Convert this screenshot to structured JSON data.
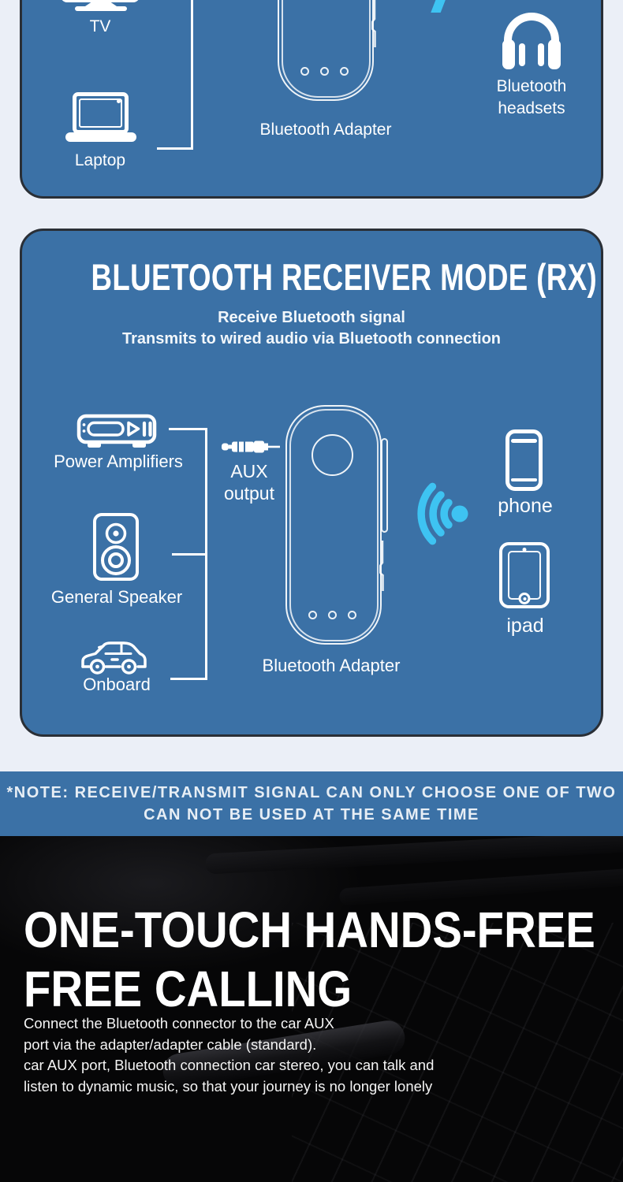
{
  "colors": {
    "page_bg": "#EBEFF7",
    "panel_blue": "#3B71A6",
    "panel_border": "#2A2F36",
    "accent_cyan": "#3EC3F2",
    "dark_bg": "#060607",
    "text_white": "#FFFFFF"
  },
  "panel_transmitter": {
    "tv_label": "TV",
    "laptop_label": "Laptop",
    "adapter_label": "Bluetooth Adapter",
    "headset_label_line1": "Bluetooth",
    "headset_label_line2": "headsets"
  },
  "panel_receiver": {
    "title": "BLUETOOTH RECEIVER MODE (RX)",
    "subtitle_line1": "Receive Bluetooth signal",
    "subtitle_line2": "Transmits to wired audio via Bluetooth connection",
    "amplifier_label": "Power Amplifiers",
    "speaker_label": "General Speaker",
    "onboard_label": "Onboard",
    "aux_label_line1": "AUX",
    "aux_label_line2": "output",
    "adapter_label": "Bluetooth Adapter",
    "phone_label": "phone",
    "ipad_label": "ipad"
  },
  "note_banner": {
    "line1": "*NOTE: RECEIVE/TRANSMIT SIGNAL CAN ONLY CHOOSE ONE OF TWO",
    "line2": "CAN NOT BE USED AT THE SAME TIME"
  },
  "hands_free_section": {
    "heading_line1": "ONE-TOUCH HANDS-FREE",
    "heading_line2": "FREE CALLING",
    "body_line1": "Connect the Bluetooth connector to the car AUX",
    "body_line2": "port via the adapter/adapter cable (standard).",
    "body_line3": "car AUX port, Bluetooth connection car stereo, you can talk and",
    "body_line4": "listen to dynamic music, so that your journey is no longer lonely"
  },
  "icons": {
    "transmitter_panel": [
      "tv-icon",
      "laptop-icon",
      "bluetooth-adapter-icon",
      "lightning-icon",
      "headphones-icon"
    ],
    "receiver_panel": [
      "amplifier-icon",
      "speaker-icon",
      "car-icon",
      "aux-plug-icon",
      "bluetooth-adapter-icon",
      "signal-waves-icon",
      "phone-icon",
      "tablet-icon"
    ]
  }
}
